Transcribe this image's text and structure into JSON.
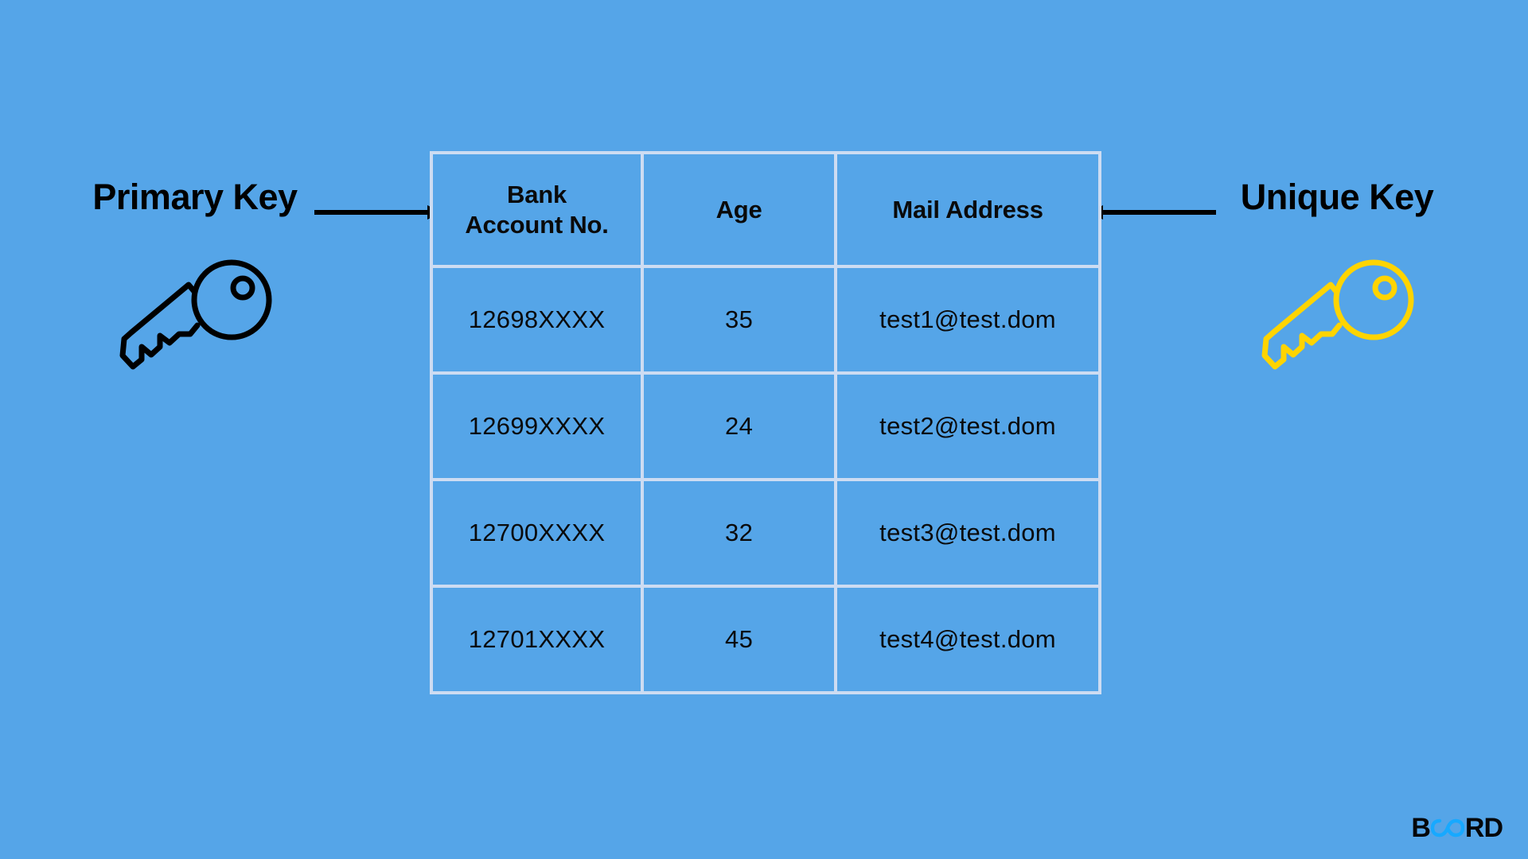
{
  "canvas": {
    "background_color": "#55a5e8",
    "border_color": "#cddcf2",
    "text_color": "#0a0a0a"
  },
  "left": {
    "label": "Primary Key",
    "key_icon_color": "#000000",
    "key_icon_name": "key-icon"
  },
  "right": {
    "label": "Unique Key",
    "key_icon_color": "#ffd400",
    "key_icon_name": "key-icon"
  },
  "arrows": {
    "left_direction": "right",
    "right_direction": "left",
    "color": "#000000"
  },
  "table": {
    "headers": [
      "Bank\nAccount No.",
      "Age",
      "Mail Address"
    ],
    "header_lines": [
      [
        "Bank",
        "Account No."
      ],
      [
        "Age"
      ],
      [
        "Mail Address"
      ]
    ],
    "rows": [
      {
        "account": "12698XXXX",
        "age": "35",
        "mail": "test1@test.dom"
      },
      {
        "account": "12699XXXX",
        "age": "24",
        "mail": "test2@test.dom"
      },
      {
        "account": "12700XXXX",
        "age": "32",
        "mail": "test3@test.dom"
      },
      {
        "account": "12701XXXX",
        "age": "45",
        "mail": "test4@test.dom"
      }
    ]
  },
  "logo": {
    "prefix": "B",
    "mark": "oa",
    "suffix": "RD",
    "full_text": "BOARD",
    "mark_color": "#17a9ff",
    "text_color": "#05070a"
  }
}
